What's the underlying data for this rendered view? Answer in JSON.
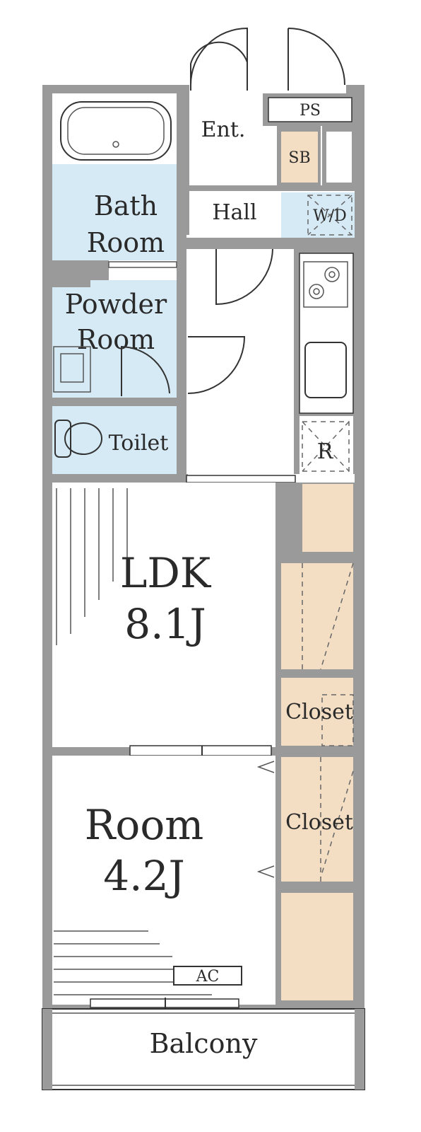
{
  "rooms": {
    "entrance": "Ent.",
    "pipe_space": "PS",
    "shoe_box": "SB",
    "hall": "Hall",
    "washer": "W/D",
    "bath": [
      "Bath",
      "Room"
    ],
    "powder": [
      "Powder",
      "Room"
    ],
    "toilet": "Toilet",
    "fridge": "R",
    "ldk": [
      "LDK",
      "8.1J"
    ],
    "closet_ldk": "Closet",
    "closet_room": "Closet",
    "room": [
      "Room",
      "4.2J"
    ],
    "ac": "AC",
    "balcony": "Balcony"
  },
  "colors": {
    "wall": "#9a9a9a",
    "wet_area": "#d6eaf5",
    "storage": "#f3dec4"
  }
}
